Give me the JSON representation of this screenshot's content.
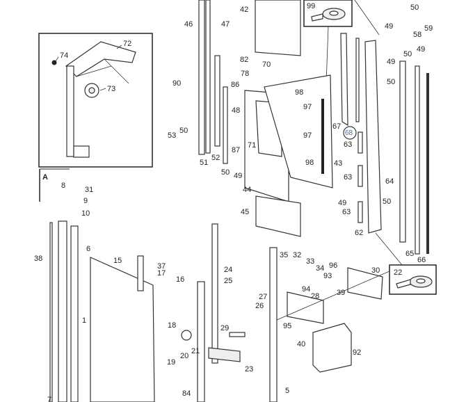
{
  "diagram": {
    "section_label": "A",
    "highlight_color": "#e0303a",
    "highlighted_part": "68",
    "inset_top_left": {
      "labels": [
        "72",
        "74",
        "73"
      ]
    },
    "inset_tape_top": {
      "label": "99"
    },
    "inset_tape_bottom": {
      "label": "22"
    },
    "labels": [
      "42",
      "46",
      "47",
      "50",
      "49",
      "58",
      "59",
      "50",
      "49",
      "49",
      "50",
      "82",
      "70",
      "78",
      "90",
      "86",
      "98",
      "97",
      "48",
      "67",
      "68",
      "97",
      "53",
      "50",
      "71",
      "87",
      "63",
      "52",
      "51",
      "98",
      "43",
      "50",
      "49",
      "63",
      "64",
      "44",
      "8",
      "31",
      "9",
      "49",
      "50",
      "45",
      "10",
      "63",
      "62",
      "6",
      "38",
      "15",
      "37",
      "17",
      "16",
      "35",
      "32",
      "33",
      "34",
      "96",
      "30",
      "93",
      "65",
      "66",
      "24",
      "25",
      "27",
      "26",
      "94",
      "28",
      "39",
      "1",
      "18",
      "95",
      "29",
      "40",
      "21",
      "20",
      "92",
      "19",
      "23",
      "84",
      "5",
      "7"
    ]
  }
}
